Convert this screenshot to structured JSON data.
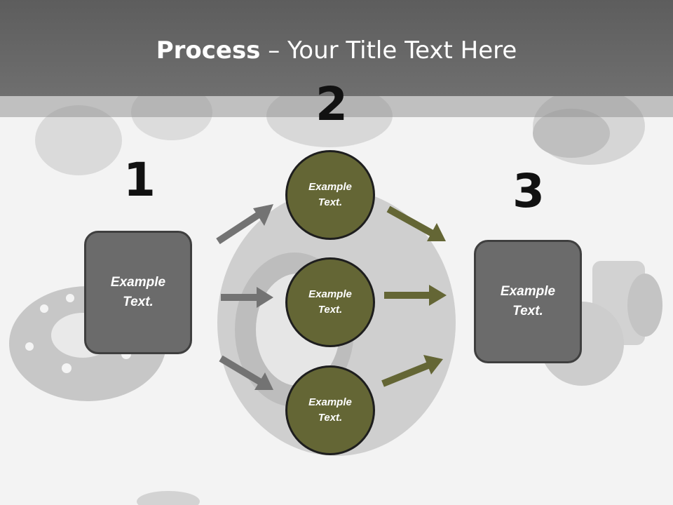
{
  "title": {
    "bold": "Process",
    "rest": " – Your Title Text Here"
  },
  "steps": {
    "one": {
      "number": "1",
      "text": "Example Text."
    },
    "two": {
      "number": "2"
    },
    "three": {
      "number": "3",
      "text": "Example Text."
    }
  },
  "circles": [
    "Example Text.",
    "Example Text.",
    "Example Text."
  ],
  "colors": {
    "gray_arrow": "#737373",
    "olive_arrow": "#646635",
    "circle_fill": "#646635",
    "box_fill": "#6b6b6b"
  }
}
